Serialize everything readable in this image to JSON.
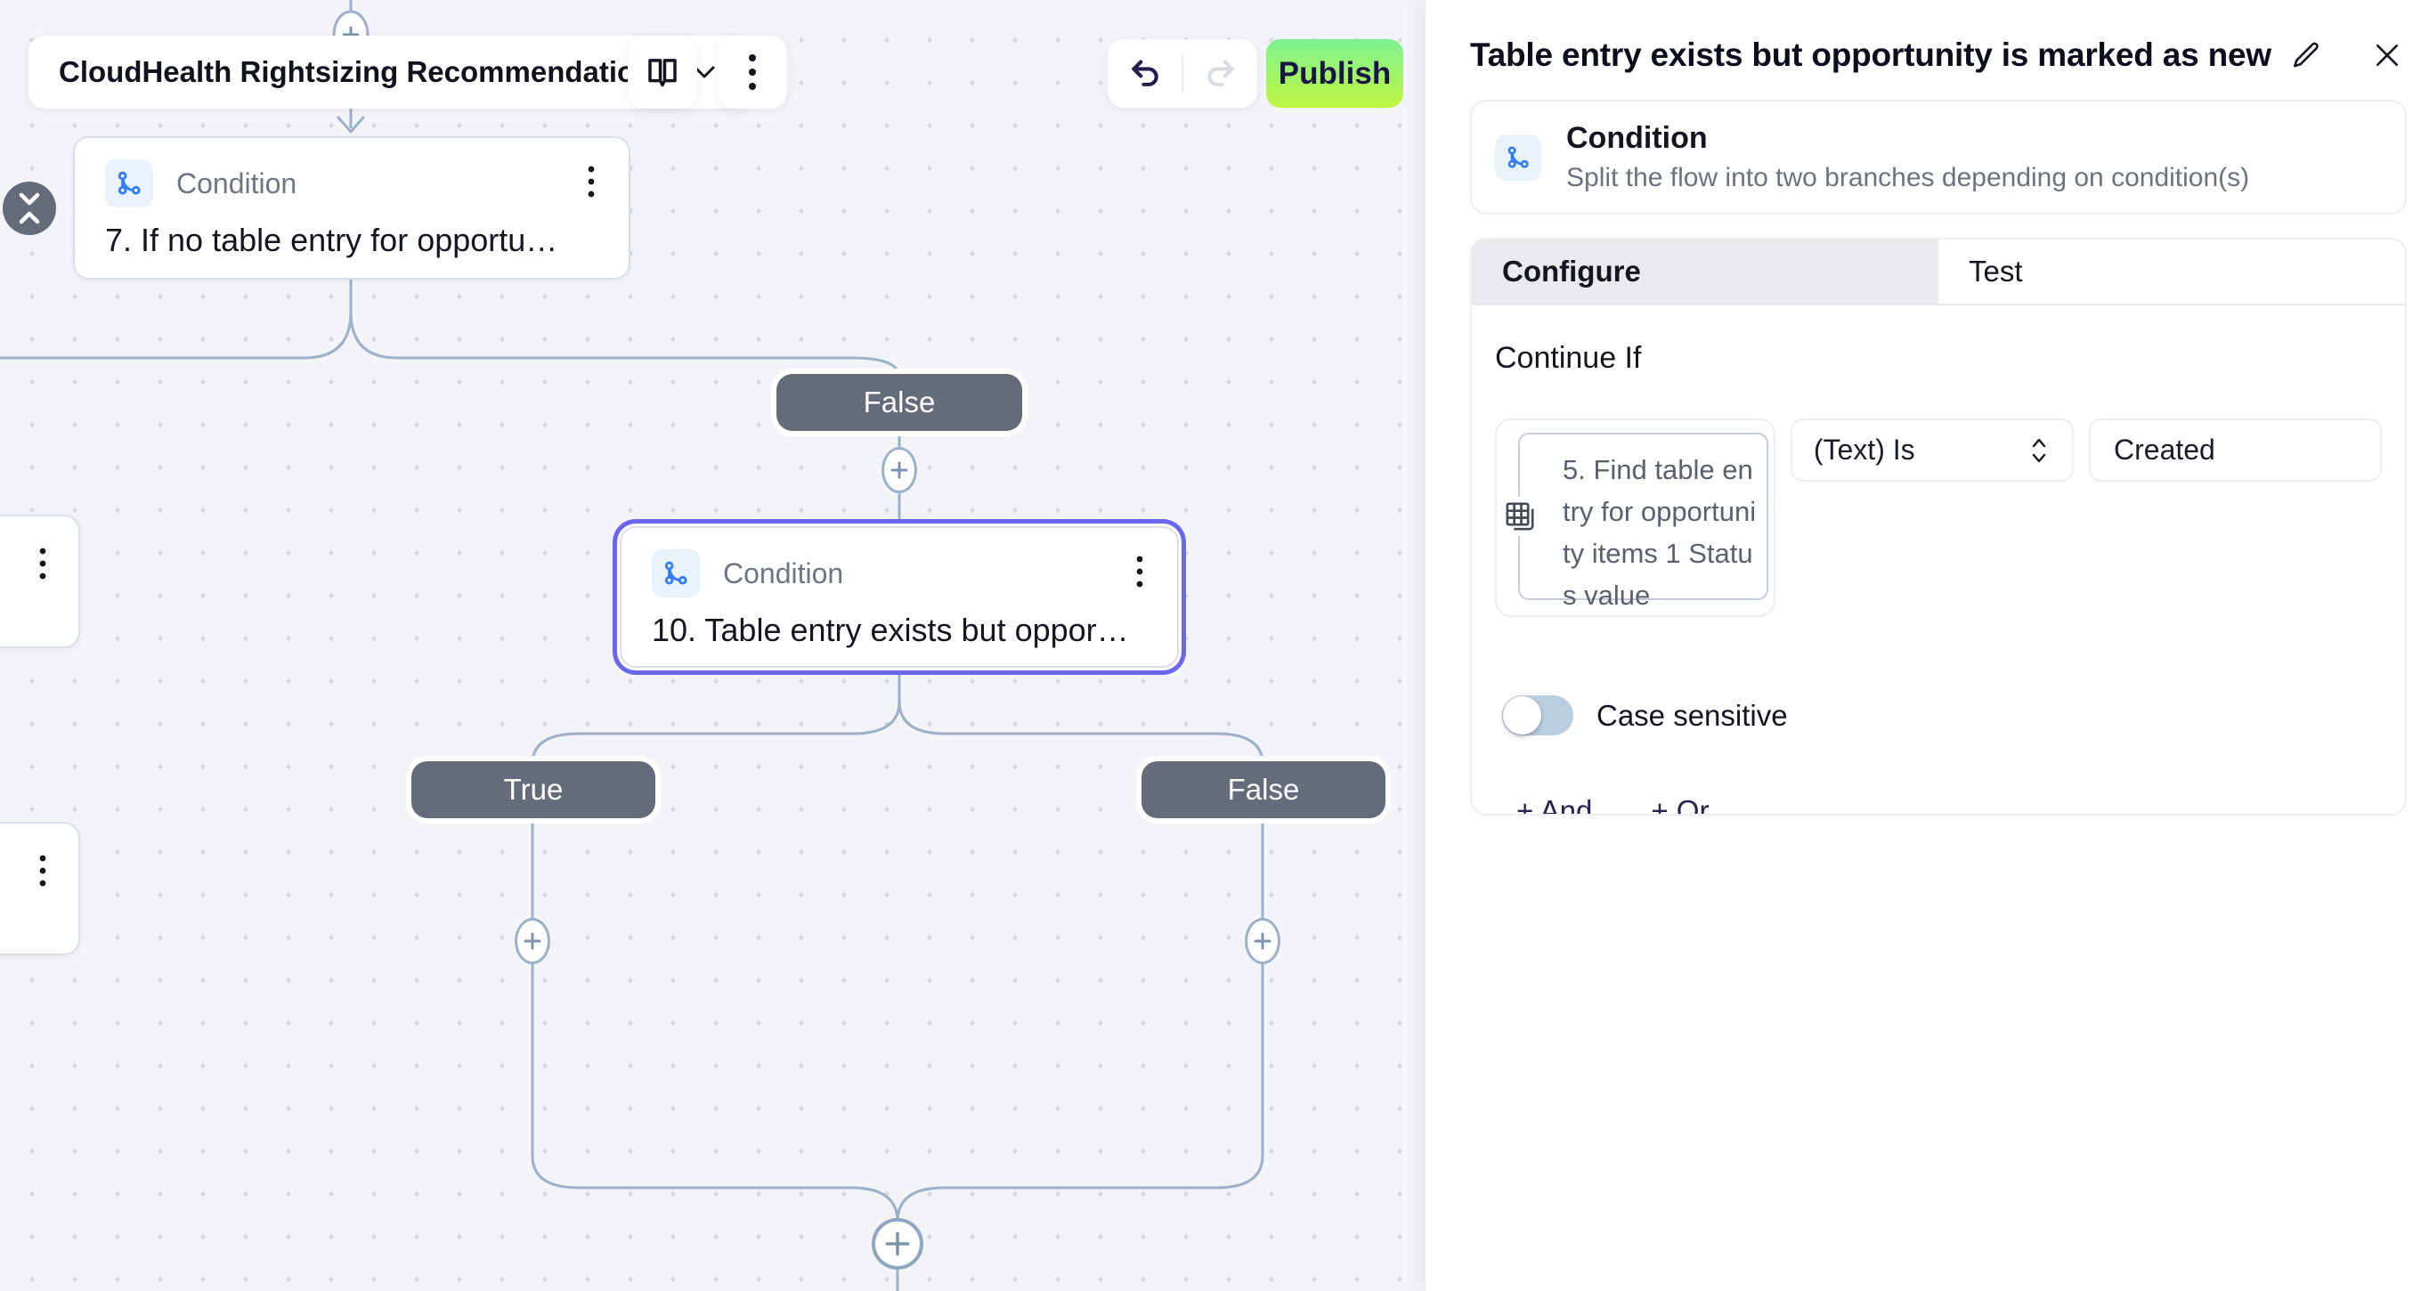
{
  "header": {
    "flow_name": "CloudHealth Rightsizing Recommendations",
    "publish_label": "Publish"
  },
  "canvas": {
    "nodes": [
      {
        "type": "Condition",
        "name": "7. If no table entry for opportu…"
      },
      {
        "type": "Condition",
        "name": "10. Table entry exists but oppor…"
      }
    ],
    "pills": [
      "False",
      "True",
      "False"
    ]
  },
  "panel": {
    "title": "Table entry exists but opportunity is marked as new",
    "block": {
      "name": "Condition",
      "description": "Split the flow into two branches depending on condition(s)"
    },
    "tabs": [
      {
        "label": "Configure",
        "active": true
      },
      {
        "label": "Test",
        "active": false
      }
    ],
    "section_heading": "Continue If",
    "condition": {
      "left_operand": "5. Find table entry for opportunity items 1 Status value",
      "operator": "(Text) Is",
      "value": "Created",
      "case_sensitive_label": "Case sensitive",
      "case_sensitive": false,
      "add_and_label": "+ And",
      "add_or_label": "+ Or"
    }
  },
  "colors": {
    "selected_node_ring": "#6a66f0",
    "connector": "#9cb0c9",
    "pill_background": "#646b79",
    "condition_icon_blue": "#2f7cf6",
    "publish_gradient_top": "#7df293",
    "publish_gradient_bottom": "#c0f63f",
    "canvas_background": "#f3f4f8"
  }
}
